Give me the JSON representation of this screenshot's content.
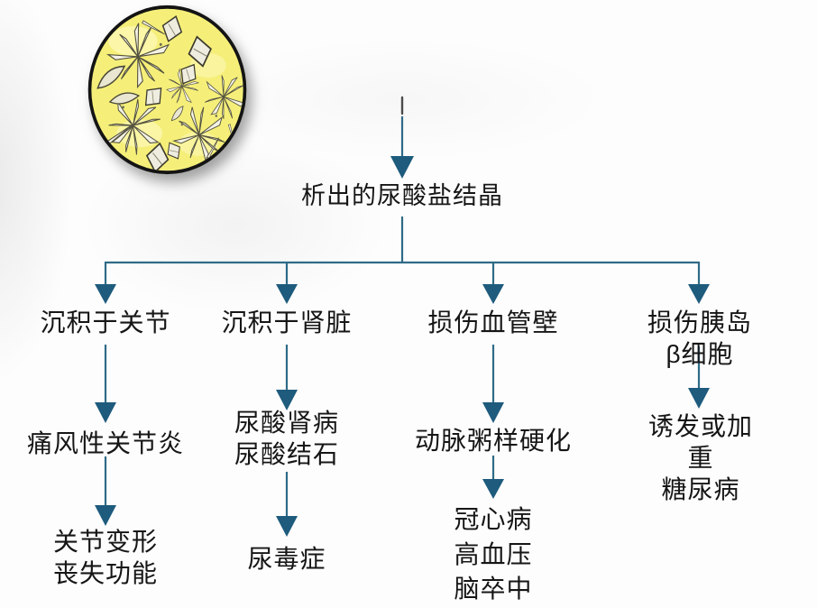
{
  "colors": {
    "arrow_line": "#2f6b87",
    "arrow_head": "#1e5b7d",
    "text": "#161616",
    "crystal_yellow": "#f5ef7a"
  },
  "icons": {
    "crystal_image": "urate-crystal-micrograph"
  },
  "root": {
    "label": "析出的尿酸盐结晶"
  },
  "branches": [
    {
      "level1": "沉积于关节",
      "level2": "痛风性关节炎",
      "level3": "关节变形\n丧失功能"
    },
    {
      "level1": "沉积于肾脏",
      "level2": "尿酸肾病\n尿酸结石",
      "level3": "尿毒症"
    },
    {
      "level1": "损伤血管壁",
      "level2": "动脉粥样硬化",
      "level3": "冠心病\n高血压\n脑卒中"
    },
    {
      "level1": "损伤胰岛β细胞",
      "level2": "诱发或加重\n糖尿病"
    }
  ]
}
